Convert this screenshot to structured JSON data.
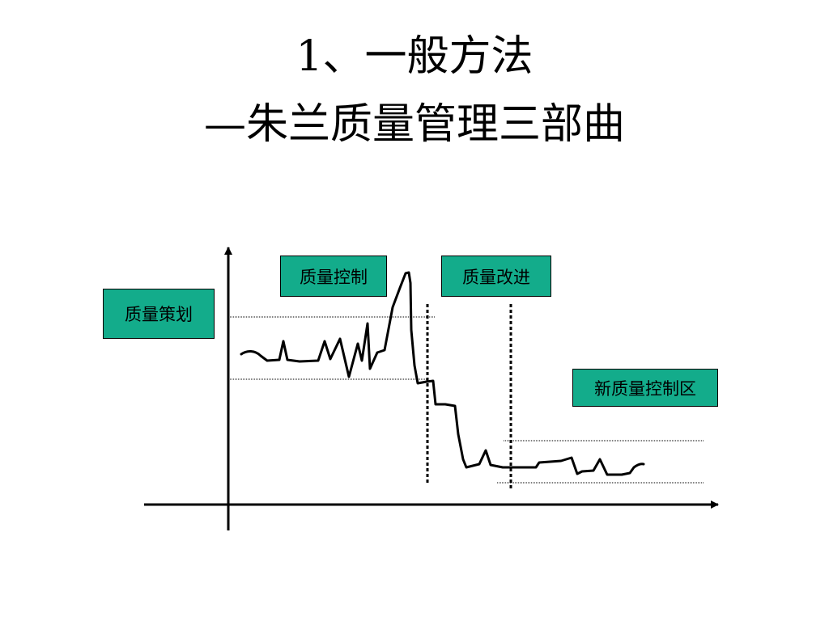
{
  "title": {
    "line1": "1、一般方法",
    "line2": "—朱兰质量管理三部曲"
  },
  "labels": {
    "planning": "质量策划",
    "control": "质量控制",
    "improvement": "质量改进",
    "new_control_zone": "新质量控制区"
  },
  "colors": {
    "label_fill": "#13ac8b",
    "line": "#000000",
    "background": "#ffffff"
  }
}
